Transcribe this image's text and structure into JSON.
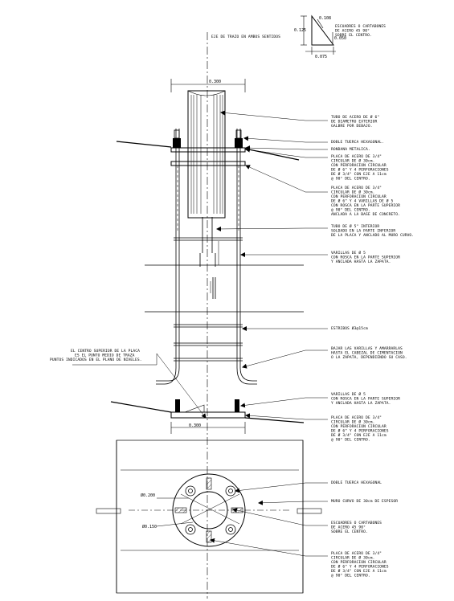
{
  "gusset_detail": {
    "label_lines": [
      "ESCUADRES O CARTABONES",
      "DE ACERO 45 90°",
      "SOBRE EL CENTRO."
    ],
    "dim_top": "0.108",
    "dim_left": "0.125",
    "dim_right": "0.050",
    "dim_bottom": "0.075"
  },
  "axis_label": "EJE DE TRAZO EN AMBOS SENTIDOS",
  "dim_top_width": "0.300",
  "dim_base_width": "0.300",
  "plan_dims": {
    "outer": "Ø0.200",
    "inner": "Ø0.150"
  },
  "annotations": {
    "pipe": [
      "TUBO DE ACERO DE Ø 6\"",
      "DE DIAMETRO EXTERIOR",
      "GALBRE POR DEBAJO."
    ],
    "double_nut": [
      "DOBLE TUERCA HEXAGONAL."
    ],
    "washer": [
      "RONDANA METALICA."
    ],
    "top_plate": [
      "PLACA DE ACERO DE 3/4\"",
      "CIRCULAR DE Ø 30cm.",
      "CON PERFORACION CIRCULAR",
      "DE Ø 6\" Y 4 PERFORACIONES",
      "DE Ø 3/4\" CON EJE A 11cm",
      "@ 90° DEL CENTRO."
    ],
    "mid_plate": [
      "PLACA DE ACERO DE 3/4\"",
      "CIRCULAR DE Ø 30cm.",
      "CON PERFORACION CIRCULAR",
      "DE Ø 6\" Y 4 VARILLAS DE Ø 5",
      "CON ROSCA EN LA PARTE SUPERIOR",
      "@ 90° DEL CENTRO.",
      "ANCLADA A LA BASE DE CONCRETO."
    ],
    "inner_pipe": [
      "TUBO DE Ø 5\" INTERIOR",
      "SOLDADO EN LA PARTE INFERIOR",
      "DE LA PLACA Y ANCLADO AL MURO CURVO."
    ],
    "rods": [
      "VARILLAS DE Ø 5",
      "CON ROSCA EN LA PARTE SUPERIOR",
      "Y ANCLADA HASTA LA ZAPATA."
    ],
    "stirrups": [
      "ESTRIBOS Ø3@15cm"
    ],
    "low_rods": [
      "BAJAR LAS VARILLAS Y AMARRARLAS",
      "HASTA EL CABEZAL DE CIMENTACION",
      "O LA ZAPATA, DEPENDIENDO SU CASO."
    ],
    "left_note": [
      "EL CENTRO SUPERIOR DE LA PLACA",
      "ES EL PUNTO MEDIO DE TRAZA",
      "PUNTOS INDICADOS EN EL PLANO DE NIVELES."
    ],
    "rods_b": [
      "VARILLAS DE Ø 5",
      "CON ROSCA EN LA PARTE SUPERIOR",
      "Y ANCLADA HASTA LA ZAPATA."
    ],
    "plate_b": [
      "PLACA DE ACERO DE 3/4\"",
      "CIRCULAR DE Ø 30cm.",
      "CON PERFORACION CIRCULAR",
      "DE Ø 6\" Y 4 PERFORACIONES",
      "DE Ø 3/4\" CON EJE A 11cm",
      "@ 90° DEL CENTRO."
    ],
    "plan_nut": [
      "DOBLE TUERCA HEXAGONAL"
    ],
    "plan_wall": [
      "MURO CURVO DE 30cm DE ESPESOR"
    ],
    "plan_gussets": [
      "ESCUADRES O CARTABONES",
      "DE ACERO 45 90°",
      "SOBRE EL CENTRO."
    ],
    "plan_plate": [
      "PLACA DE ACERO DE 3/4\"",
      "CIRCULAR DE Ø 30cm.",
      "CON PERFORACION CIRCULAR",
      "DE Ø 6\" Y 4 PERFORACIONES",
      "DE Ø 3/4\" CON EJE A 11cm",
      "@ 90° DEL CENTRO."
    ]
  }
}
